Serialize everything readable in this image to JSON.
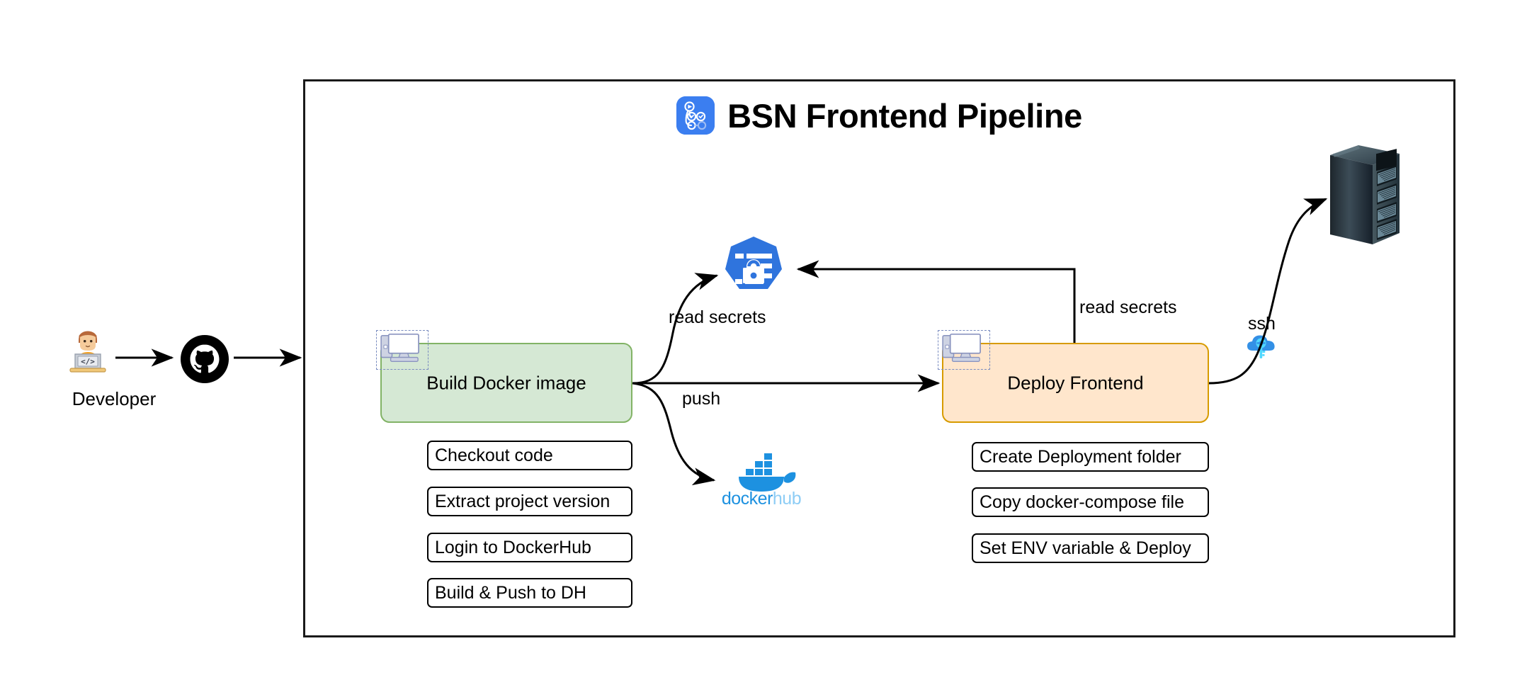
{
  "diagram": {
    "title": "BSN Frontend Pipeline",
    "title_icon": "github-actions-icon",
    "background_color": "#ffffff",
    "container_border_color": "#1a1a1a"
  },
  "actors": {
    "developer": {
      "label": "Developer",
      "icon": "developer-laptop-icon"
    },
    "github": {
      "label": "",
      "icon": "github-octocat-icon",
      "color": "#000000"
    },
    "server": {
      "label": "",
      "icon": "server-rack-icon",
      "color": "#2b3a42"
    },
    "secrets": {
      "label": "",
      "icon": "kubernetes-secret-lock-icon",
      "color": "#2f74dd"
    },
    "dockerhub": {
      "icon": "docker-whale-icon",
      "word_primary": "docker",
      "word_secondary": "hub",
      "color_primary": "#1d91e0",
      "color_secondary": "#8ecdf5"
    },
    "ssh": {
      "label": "ssh",
      "icon": "ssh-cloud-key-icon",
      "color": "#2f8fe0"
    }
  },
  "stages": [
    {
      "id": "build",
      "label": "Build Docker image",
      "icon": "computer-icon",
      "fill": "#d5e8d4",
      "stroke": "#82b366",
      "steps": [
        "Checkout code",
        "Extract project version",
        "Login to DockerHub",
        "Build & Push to DH"
      ]
    },
    {
      "id": "deploy",
      "label": "Deploy Frontend",
      "icon": "computer-icon",
      "fill": "#ffe6cc",
      "stroke": "#d79b00",
      "steps": [
        "Create Deployment folder",
        "Copy docker-compose file",
        "Set ENV variable & Deploy"
      ]
    }
  ],
  "edges": [
    {
      "id": "dev-to-github",
      "from": "developer",
      "to": "github",
      "label": ""
    },
    {
      "id": "github-to-pipeline",
      "from": "github",
      "to": "pipeline",
      "label": ""
    },
    {
      "id": "build-read-secrets",
      "from": "build",
      "to": "secrets",
      "label": "read secrets"
    },
    {
      "id": "build-push",
      "from": "build",
      "to": "deploy",
      "label": "push"
    },
    {
      "id": "build-to-dockerhub",
      "from": "build",
      "to": "dockerhub",
      "label": ""
    },
    {
      "id": "deploy-read-secrets",
      "from": "deploy",
      "to": "secrets",
      "label": "read secrets"
    },
    {
      "id": "deploy-ssh-server",
      "from": "deploy",
      "to": "server",
      "label": "ssh"
    }
  ]
}
